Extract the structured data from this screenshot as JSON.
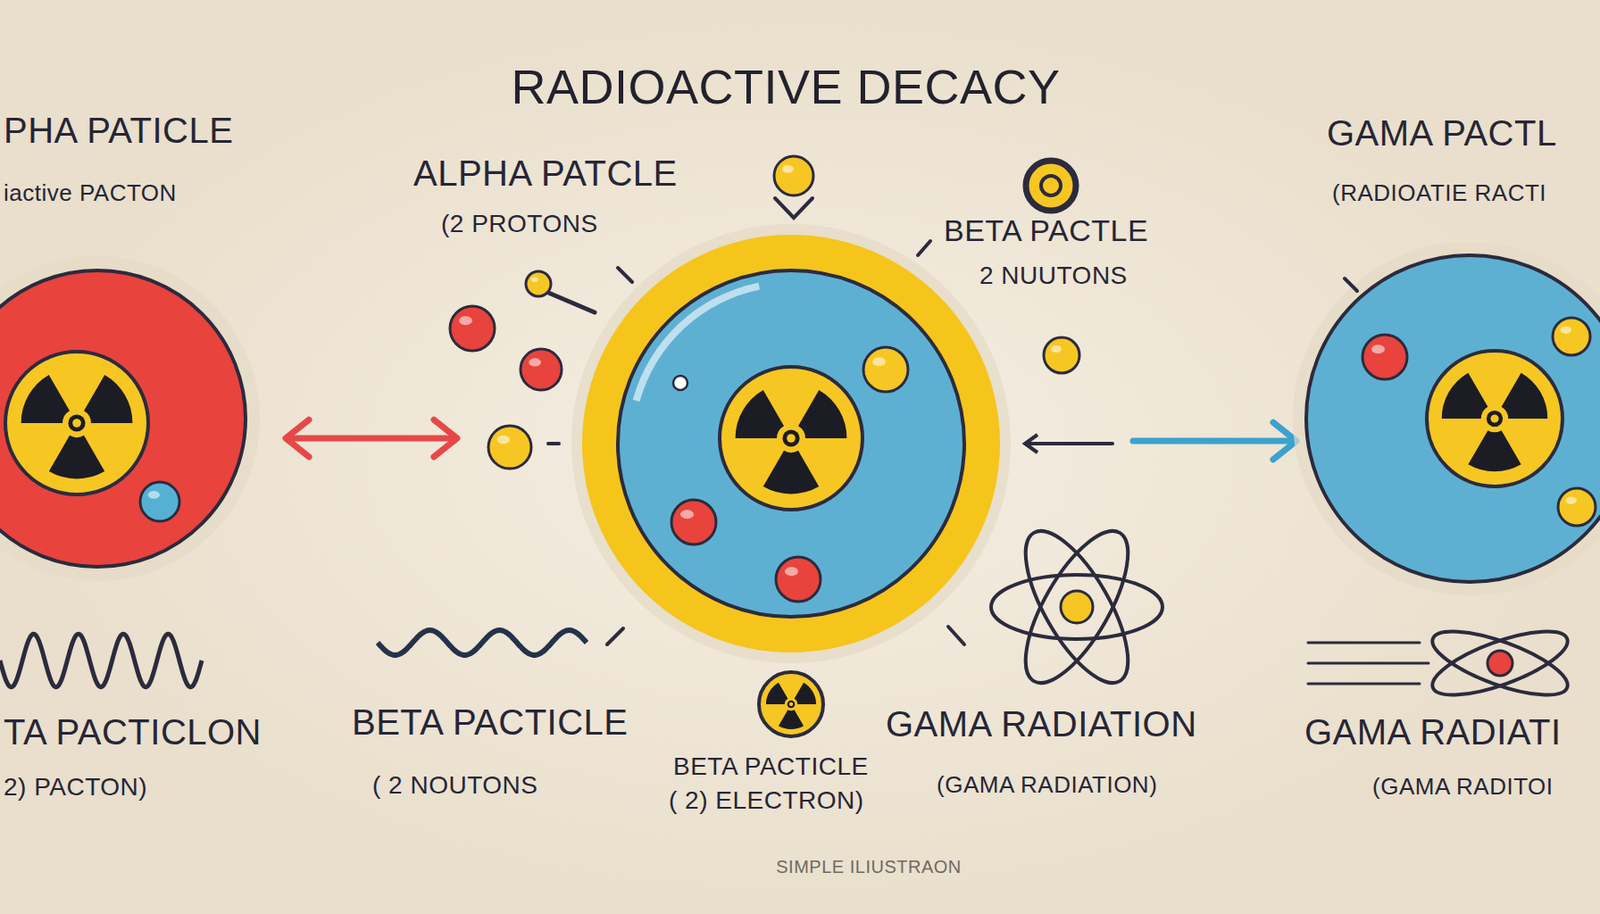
{
  "diagram": {
    "title": "RADIOACTIVE DECACY",
    "caption": "SIMPLE ILIUSTRAON",
    "labels": [
      "PHA PATICLE",
      "iactive PACTON",
      "ALPHA PATCLE",
      "(2 PROTONS",
      "BETA PACTLE",
      "2 NUUTONS",
      "GAMA PACTL",
      "(RADIOATIE RACTI",
      "TA PACTICLON",
      "2) PACTON)",
      "BETA PACTICLE",
      "( 2 NOUTONS",
      "BETA PACTICLE",
      "( 2) ELECTRON)",
      "GAMA RADIATION",
      "(GAMA RADIATION)",
      "GAMA RADIATI",
      "(GAMA RADITOI"
    ]
  }
}
